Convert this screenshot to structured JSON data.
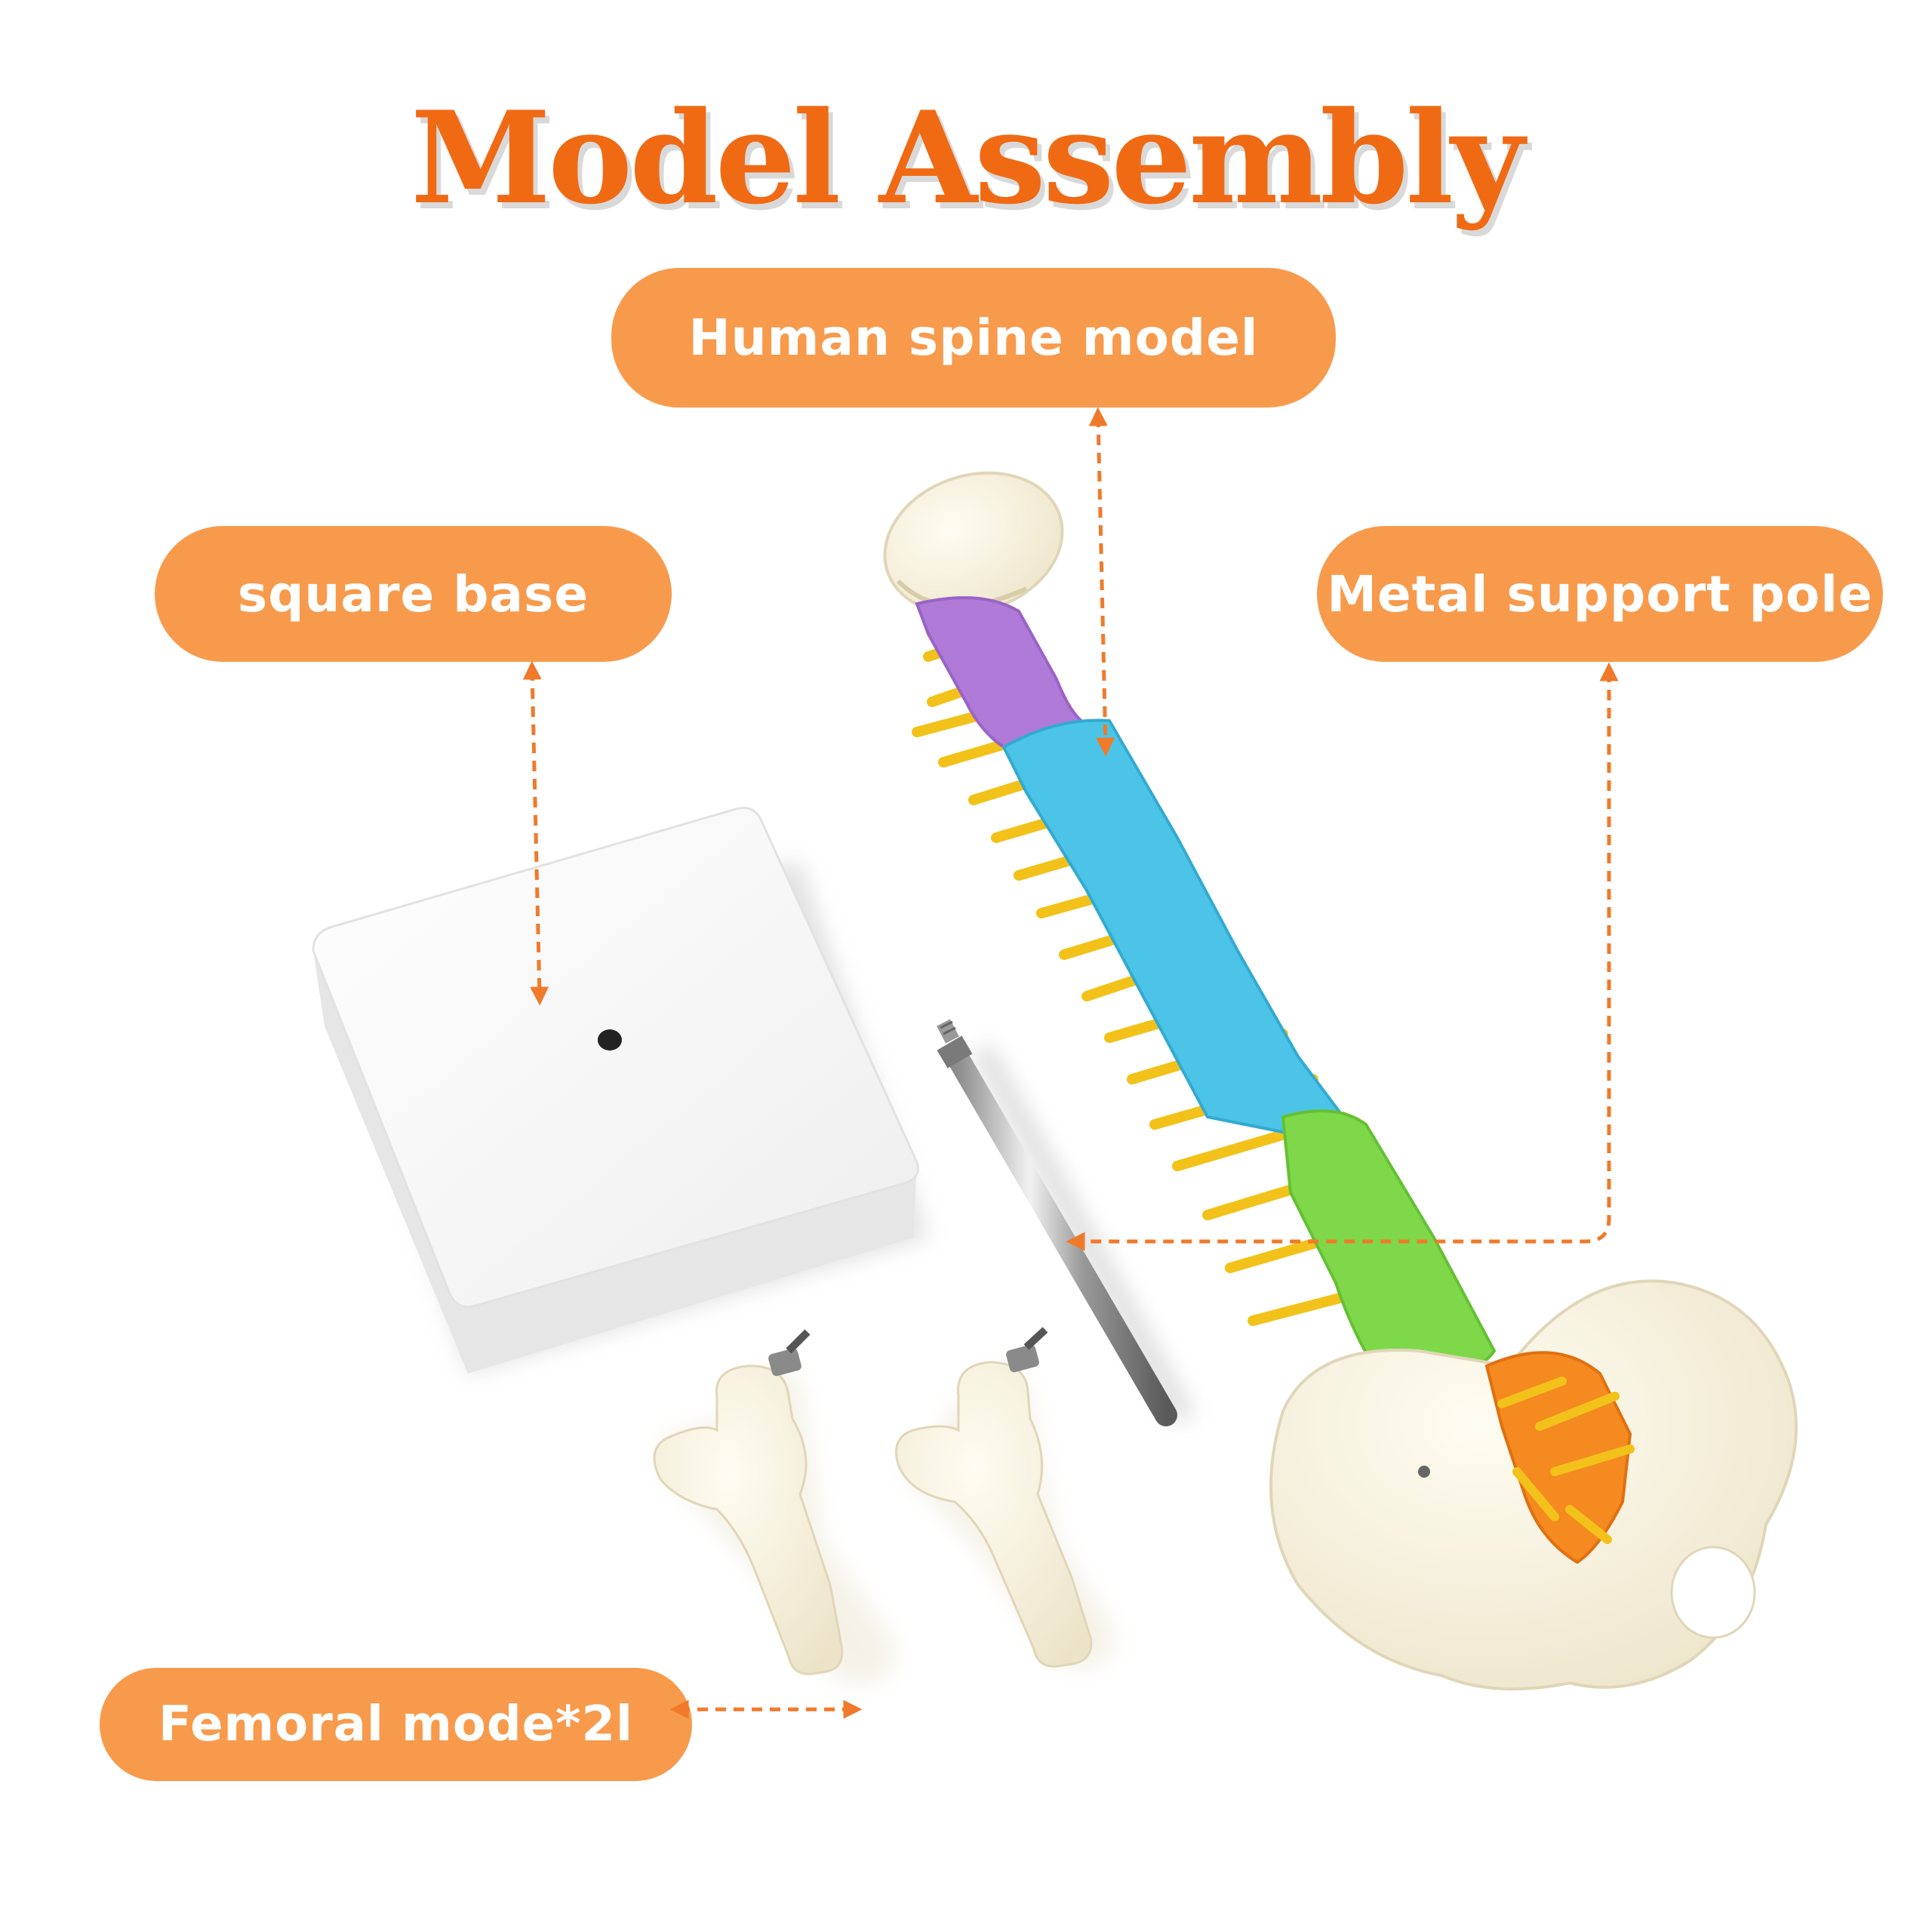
{
  "title": "Model Assembly",
  "labels": {
    "spine": "Human spine model",
    "base": "square base",
    "pole": "Metal support pole",
    "femoral": "Femoral mode*2l"
  },
  "colors": {
    "title": "#f06a14",
    "pill": "#f89a4c",
    "arrow": "#f07a2a",
    "cervical": "#b07ad8",
    "thoracic": "#4cc4e8",
    "lumbar": "#7ed84a",
    "sacrum": "#f58a20",
    "ribs": "#f2c21a",
    "bone": "#f8f3e0",
    "base": "#ffffff"
  }
}
